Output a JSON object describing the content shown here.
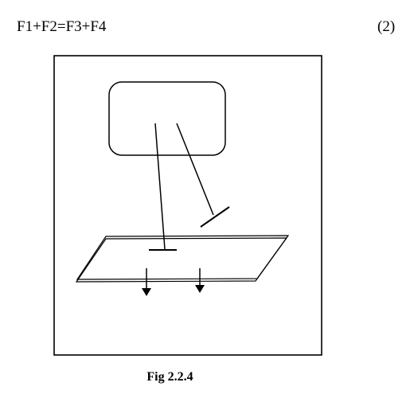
{
  "equation": {
    "text": "F1+F2=F3+F4",
    "number": "(2)"
  },
  "figure": {
    "caption": "Fig 2.2.4"
  }
}
